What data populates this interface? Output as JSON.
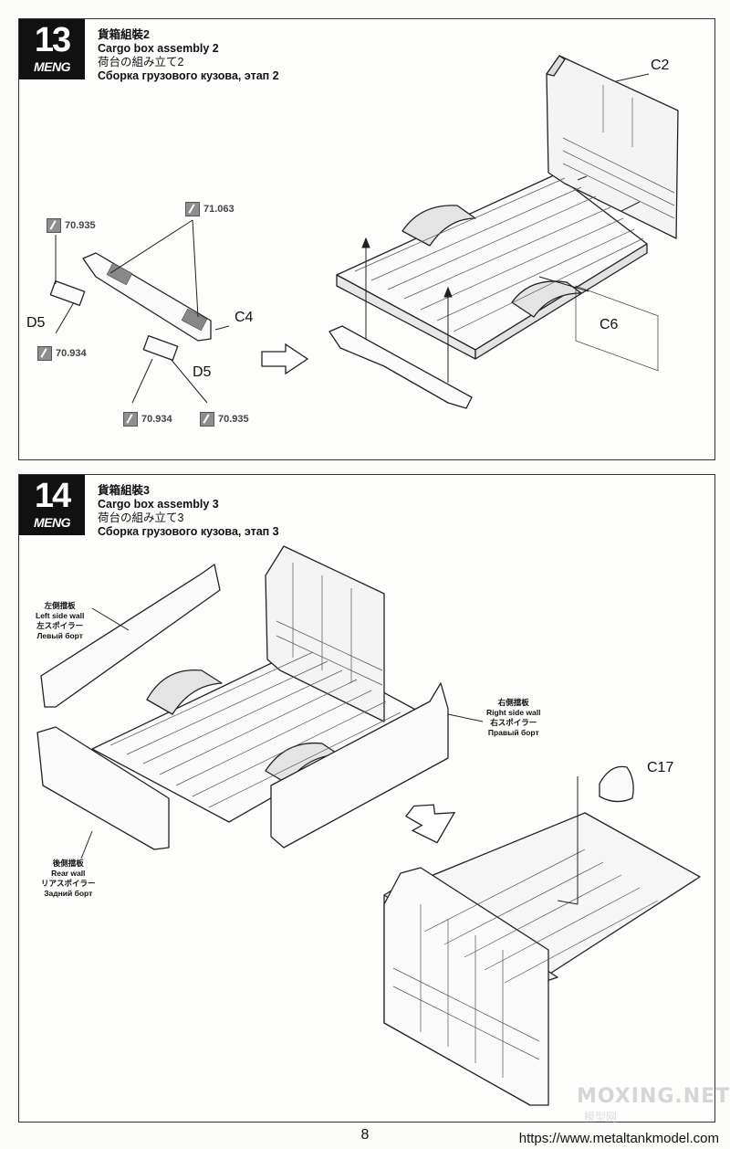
{
  "steps": [
    {
      "number": "13",
      "brand": "MENG",
      "title_zh": "貨箱組裝2",
      "title_en": "Cargo box assembly 2",
      "title_ja": "荷台の組み立て2",
      "title_ru": "Сборка грузового кузова, этап 2",
      "parts": {
        "c2": "C2",
        "c6": "C6",
        "c4": "C4",
        "d5_left": "D5",
        "d5_right": "D5"
      },
      "paints": {
        "p1": "70.935",
        "p2": "71.063",
        "p3": "70.934",
        "p4": "70.934",
        "p5": "70.935"
      }
    },
    {
      "number": "14",
      "brand": "MENG",
      "title_zh": "貨箱組裝3",
      "title_en": "Cargo box assembly 3",
      "title_ja": "荷台の組み立て3",
      "title_ru": "Сборка грузового кузова, этап 3",
      "parts": {
        "c17": "C17"
      },
      "left_wall": {
        "zh": "左側擋板",
        "en": "Left side wall",
        "ja": "左スポイラー",
        "ru": "Левый борт"
      },
      "right_wall": {
        "zh": "右側擋板",
        "en": "Right side wall",
        "ja": "右スポイラー",
        "ru": "Правый борт"
      },
      "rear_wall": {
        "zh": "後側擋板",
        "en": "Rear wall",
        "ja": "リアスポイラー",
        "ru": "Задний борт"
      }
    }
  ],
  "footer": {
    "page": "8",
    "url": "https://www.metaltankmodel.com"
  },
  "watermark": {
    "main": "MOXING.NET",
    "sub": "模型网"
  }
}
